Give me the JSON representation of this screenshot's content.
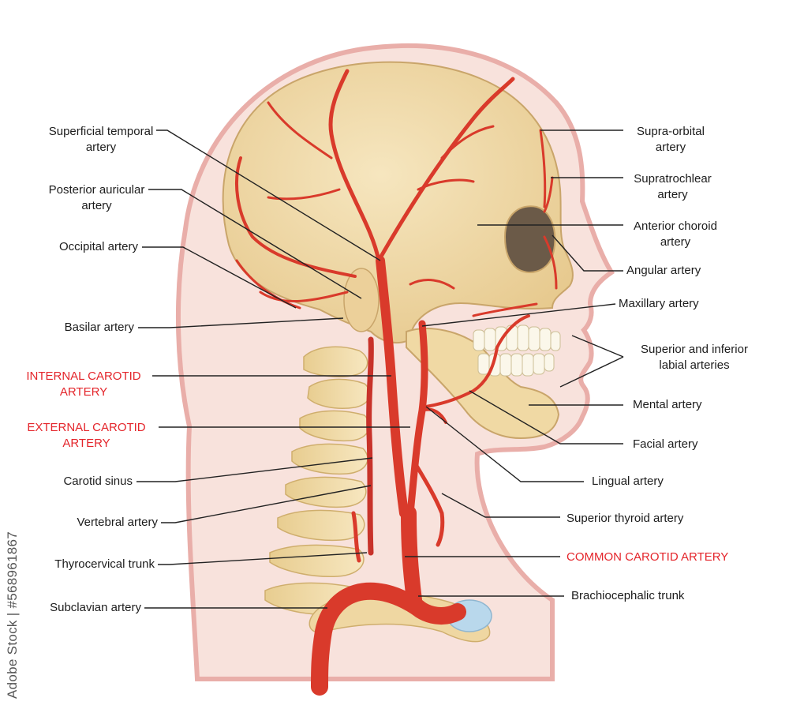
{
  "labels_left": [
    {
      "id": "superficial-temporal",
      "lines": [
        "Superficial temporal",
        "artery"
      ],
      "red": false
    },
    {
      "id": "posterior-auricular",
      "lines": [
        "Posterior auricular",
        "artery"
      ],
      "red": false
    },
    {
      "id": "occipital",
      "lines": [
        "Occipital artery"
      ],
      "red": false
    },
    {
      "id": "basilar",
      "lines": [
        "Basilar artery"
      ],
      "red": false
    },
    {
      "id": "internal-carotid",
      "lines": [
        "INTERNAL CAROTID",
        "ARTERY"
      ],
      "red": true
    },
    {
      "id": "external-carotid",
      "lines": [
        "EXTERNAL CAROTID",
        "ARTERY"
      ],
      "red": true
    },
    {
      "id": "carotid-sinus",
      "lines": [
        "Carotid sinus"
      ],
      "red": false
    },
    {
      "id": "vertebral",
      "lines": [
        "Vertebral artery"
      ],
      "red": false
    },
    {
      "id": "thyrocervical",
      "lines": [
        "Thyrocervical trunk"
      ],
      "red": false
    },
    {
      "id": "subclavian",
      "lines": [
        "Subclavian artery"
      ],
      "red": false
    }
  ],
  "labels_right": [
    {
      "id": "supra-orbital",
      "lines": [
        "Supra-orbital",
        "artery"
      ],
      "red": false
    },
    {
      "id": "supratrochlear",
      "lines": [
        "Supratrochlear",
        "artery"
      ],
      "red": false
    },
    {
      "id": "anterior-choroid",
      "lines": [
        "Anterior choroid",
        "artery"
      ],
      "red": false
    },
    {
      "id": "angular",
      "lines": [
        "Angular artery"
      ],
      "red": false
    },
    {
      "id": "maxillary",
      "lines": [
        "Maxillary artery"
      ],
      "red": false
    },
    {
      "id": "labial",
      "lines": [
        "Superior and inferior",
        "labial arteries"
      ],
      "red": false
    },
    {
      "id": "mental",
      "lines": [
        "Mental artery"
      ],
      "red": false
    },
    {
      "id": "facial",
      "lines": [
        "Facial artery"
      ],
      "red": false
    },
    {
      "id": "lingual",
      "lines": [
        "Lingual artery"
      ],
      "red": false
    },
    {
      "id": "superior-thyroid",
      "lines": [
        "Superior thyroid artery"
      ],
      "red": false
    },
    {
      "id": "common-carotid",
      "lines": [
        "COMMON CAROTID ARTERY"
      ],
      "red": true
    },
    {
      "id": "brachiocephalic",
      "lines": [
        "Brachiocephalic trunk"
      ],
      "red": false
    }
  ],
  "credit": "Adobe Stock | #568961867",
  "colors": {
    "artery": "#d93a2b",
    "artery_dark": "#b42a1e",
    "bone": "#f0d9a4",
    "bone_shadow": "#d9b879",
    "skin": "#f6dcd6",
    "skin_outline": "#e7a9a4",
    "cartilage": "#b9d8ec",
    "red_label": "#e4252b",
    "label": "#1c1c1c",
    "leader": "#222222"
  }
}
